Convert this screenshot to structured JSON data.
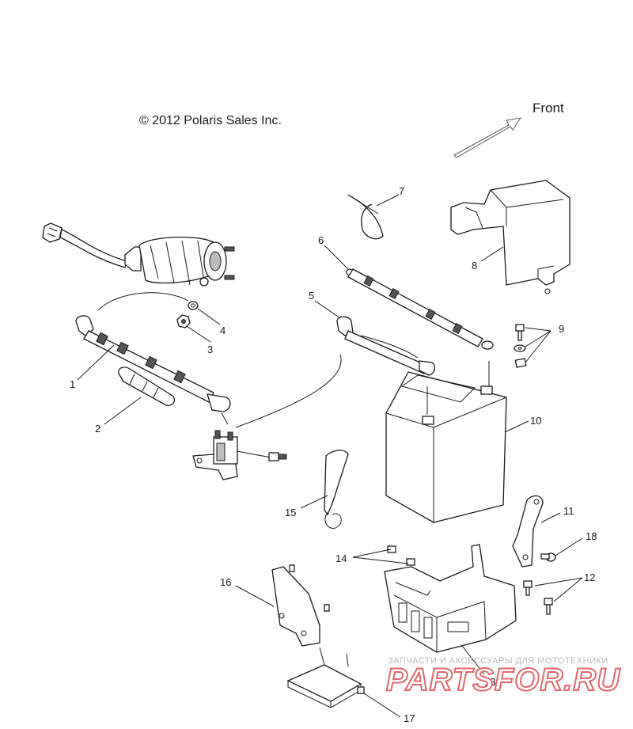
{
  "copyright": "© 2012 Polaris Sales Inc.",
  "direction_label": "Front",
  "callouts": {
    "c1": "1",
    "c2": "2",
    "c3": "3",
    "c4": "4",
    "c5": "5",
    "c6": "6",
    "c7": "7",
    "c8": "8",
    "c9": "9",
    "c10": "10",
    "c11": "11",
    "c12": "12",
    "c13": "13",
    "c14": "14",
    "c15": "15",
    "c16": "16",
    "c17": "17",
    "c18": "18"
  },
  "watermark": {
    "tagline": "ЗАПЧАСТИ И АКСЕССУАРЫ ДЛЯ МОТОТЕХНИКИ",
    "brand": "PARTSFOR.RU"
  }
}
